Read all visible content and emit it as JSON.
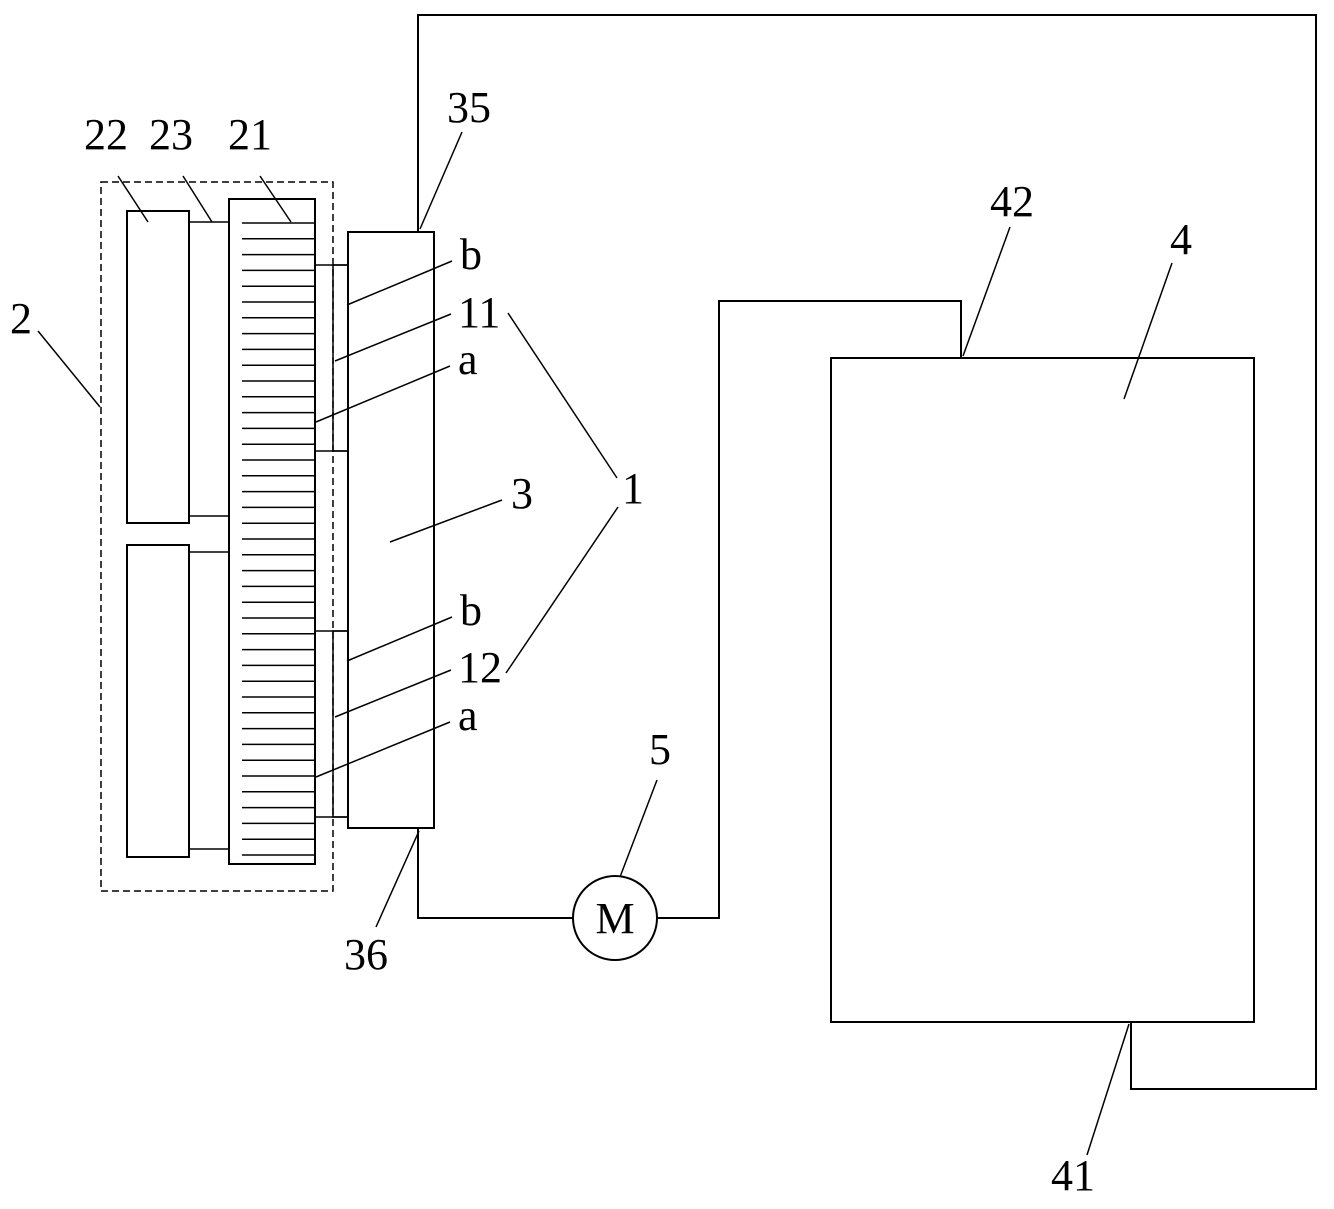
{
  "labels": {
    "l2": "2",
    "l22": "22",
    "l23": "23",
    "l21": "21",
    "l35": "35",
    "l42": "42",
    "l4": "4",
    "lb_top": "b",
    "l11": "11",
    "la_top": "a",
    "l3": "3",
    "l1": "1",
    "lb_bot": "b",
    "l12": "12",
    "la_bot": "a",
    "l5": "5",
    "lM": "M",
    "l36": "36",
    "l41": "41"
  }
}
